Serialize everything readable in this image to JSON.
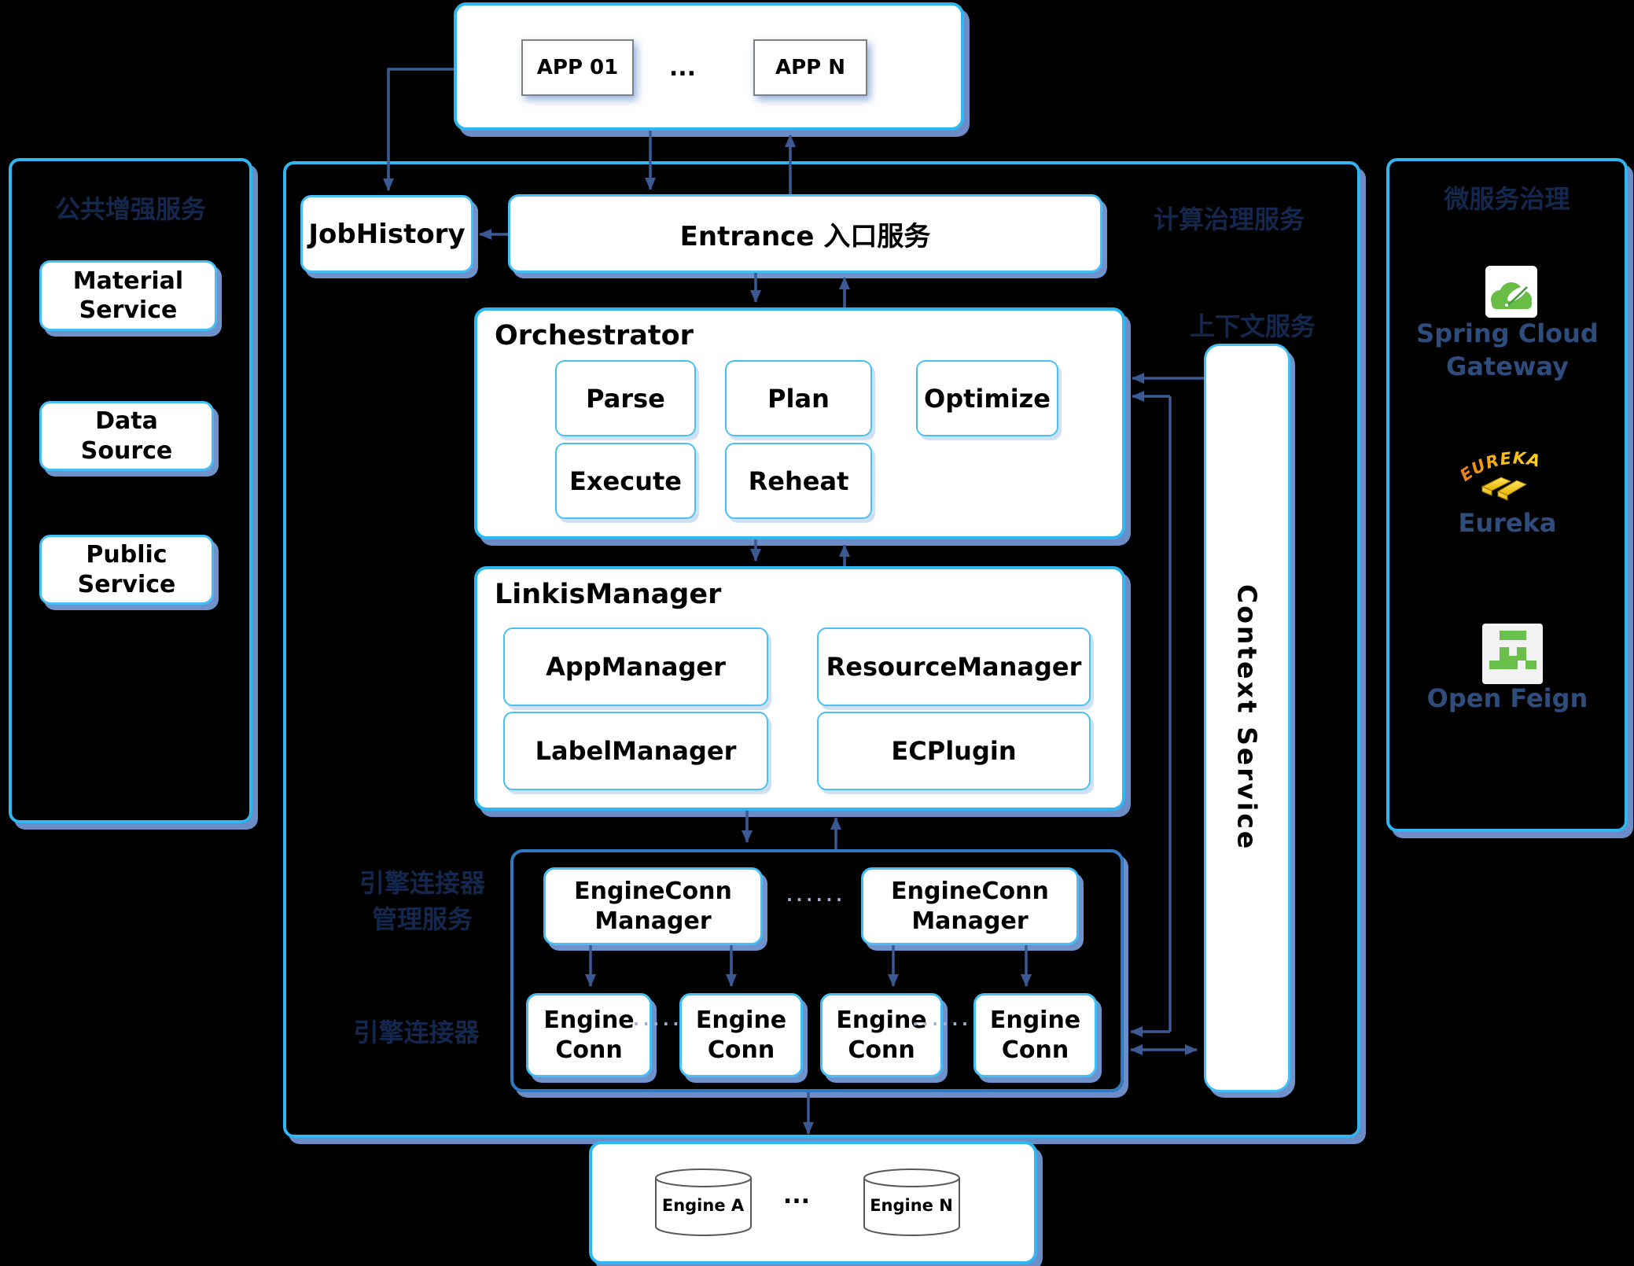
{
  "colors": {
    "background": "#000000",
    "accent_cyan": "#2fb7f1",
    "shadow_steel_blue": "#6b8cc7",
    "engine_box_blue": "#2e79c0",
    "arrow_blue": "#3b5a94",
    "faint_label_navy": "#14284e",
    "right_text_navy": "#2e4d7d",
    "spring_green": "#68bd45",
    "eureka_yellow": "#ffd21e",
    "feign_green": "#6abf4b"
  },
  "top_box": {
    "app_first": "APP 01",
    "dots": "...",
    "app_last": "APP N"
  },
  "left_sidebar": {
    "title": "公共增强服务",
    "items": [
      {
        "label": "Material\nService"
      },
      {
        "label": "Data\nSource"
      },
      {
        "label": "Public\nService"
      }
    ]
  },
  "main": {
    "title": "计算治理服务",
    "jobhistory": "JobHistory",
    "entrance": "Entrance 入口服务",
    "orchestrator": {
      "title": "Orchestrator",
      "items": [
        "Parse",
        "Plan",
        "Optimize",
        "Execute",
        "Reheat"
      ]
    },
    "linkismanager": {
      "title": "LinkisManager",
      "items": [
        "AppManager",
        "ResourceManager",
        "LabelManager",
        "ECPlugin"
      ]
    },
    "context_label": "上下文服务",
    "context_service": "Context Service",
    "engine_area": {
      "side_label_top": "引擎连接器\n管理服务",
      "side_label_bottom": "引擎连接器",
      "managers": [
        "EngineConn\nManager",
        "EngineConn\nManager"
      ],
      "conns": [
        "Engine\nConn",
        "Engine\nConn",
        "Engine\nConn",
        "Engine\nConn"
      ],
      "dots": "······"
    }
  },
  "right_sidebar": {
    "title": "微服务治理",
    "spring": {
      "label": "Spring Cloud\nGateway"
    },
    "eureka": {
      "logo_text": "EUREKA",
      "label": "Eureka"
    },
    "feign": {
      "label": "Open Feign"
    }
  },
  "bottom_box": {
    "engine_first": "Engine A",
    "dots": "...",
    "engine_last": "Engine N"
  }
}
